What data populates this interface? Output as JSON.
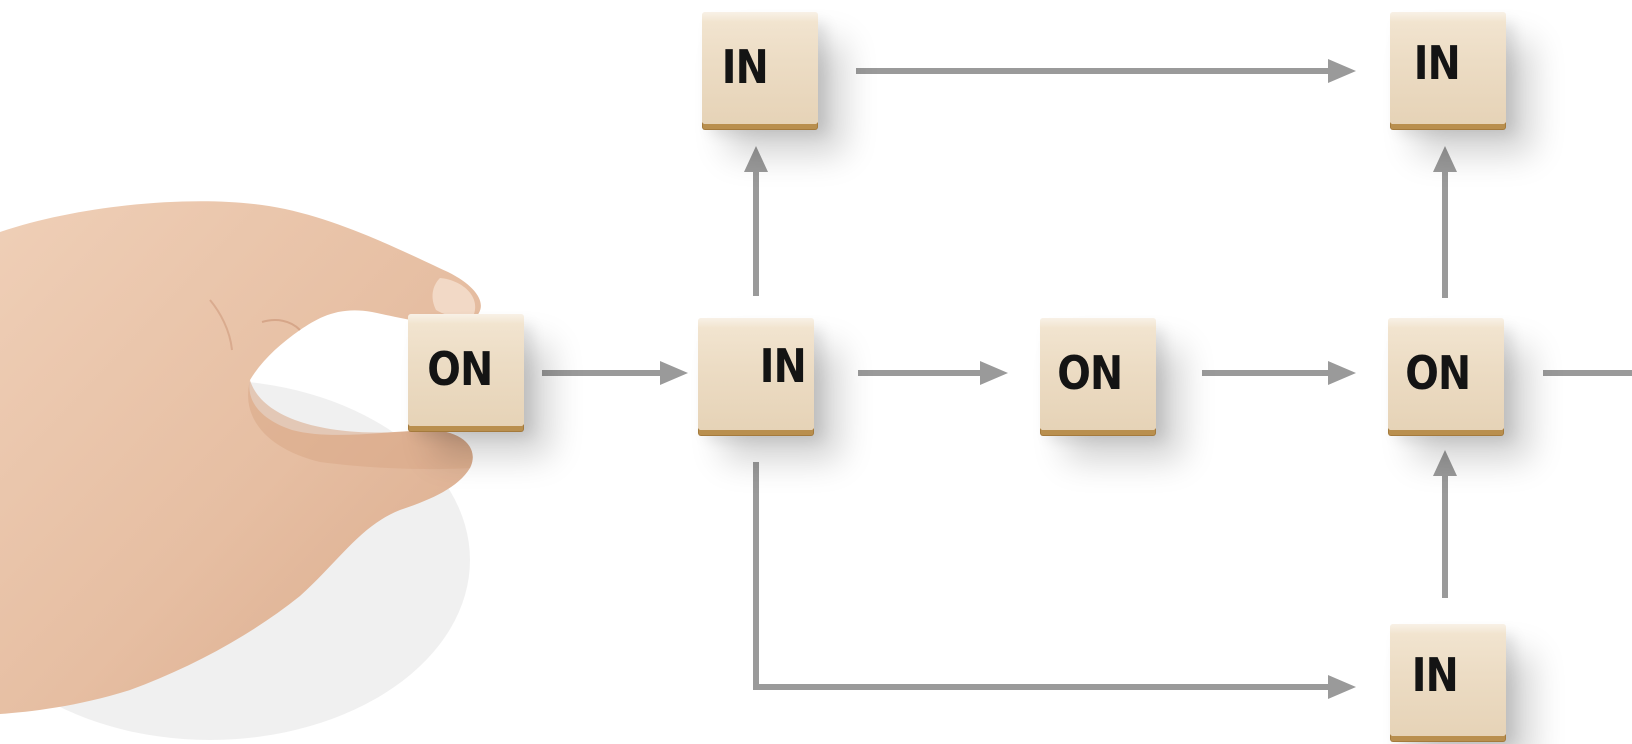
{
  "blocks": [
    {
      "id": "b1",
      "label": "ON"
    },
    {
      "id": "b2",
      "label": "IN"
    },
    {
      "id": "b3",
      "label": "IN"
    },
    {
      "id": "b4",
      "label": "ON"
    },
    {
      "id": "b5",
      "label": "IN"
    },
    {
      "id": "b6",
      "label": "ON"
    },
    {
      "id": "b7",
      "label": "IN"
    }
  ],
  "colors": {
    "arrow": "#9a9a9a",
    "block_face": "#ecdcc4",
    "block_edge": "#b98f4e",
    "text": "#141414",
    "skin": "#e9c2a8"
  },
  "icons": [
    "hand-image",
    "arrow-icon"
  ]
}
